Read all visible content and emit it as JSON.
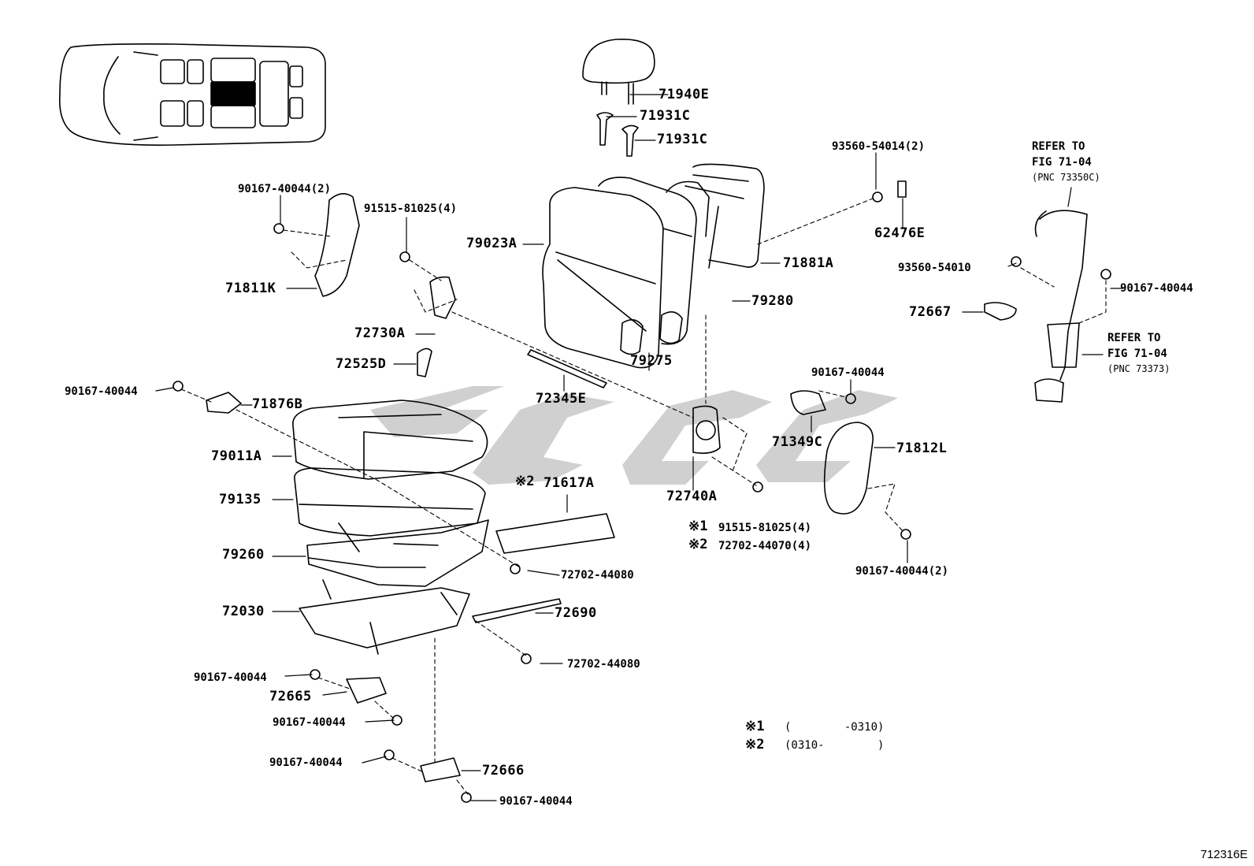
{
  "figure_id": "712316E",
  "parts": {
    "p71940E": "71940E",
    "p71931C_a": "71931C",
    "p71931C_b": "71931C",
    "p93560_54014": "93560-54014(2)",
    "p62476E": "62476E",
    "p90167_40044_2a": "90167-40044(2)",
    "p91515_81025_4a": "91515-81025(4)",
    "p79023A": "79023A",
    "p71881A": "71881A",
    "p71811K": "71811K",
    "p79280": "79280",
    "p72730A": "72730A",
    "p72525D": "72525D",
    "p79275": "79275",
    "p72345E": "72345E",
    "p90167_40044_a": "90167-40044",
    "p71876B": "71876B",
    "p79011A": "79011A",
    "p79135": "79135",
    "p71617A": "71617A",
    "p79260": "79260",
    "p72702_44080_a": "72702-44080",
    "p72030": "72030",
    "p72690": "72690",
    "p72702_44080_b": "72702-44080",
    "p90167_40044_b": "90167-40044",
    "p72665": "72665",
    "p90167_40044_c": "90167-40044",
    "p90167_40044_d": "90167-40044",
    "p72666": "72666",
    "p90167_40044_e": "90167-40044",
    "p72740A": "72740A",
    "p91515_81025_4b": "91515-81025(4)",
    "p72702_44070_4": "72702-44070(4)",
    "p90167_40044_f": "90167-40044",
    "p71349C": "71349C",
    "p71812L": "71812L",
    "p90167_40044_2b": "90167-40044(2)",
    "p93560_54010": "93560-54010",
    "p90167_40044_g": "90167-40044",
    "p72667": "72667"
  },
  "refs": {
    "ref1_title": "REFER TO",
    "ref1_fig": "FIG 71-04",
    "ref1_pnc": "(PNC 73350C)",
    "ref2_title": "REFER TO",
    "ref2_fig": "FIG 71-04",
    "ref2_pnc": "(PNC 73373)"
  },
  "notes": {
    "mark1": "※1",
    "mark2": "※2",
    "note1_range": "(        -0310)",
    "note2_range": "(0310-        )"
  },
  "colors": {
    "line": "#000000",
    "watermark": "#c8c8c8"
  }
}
